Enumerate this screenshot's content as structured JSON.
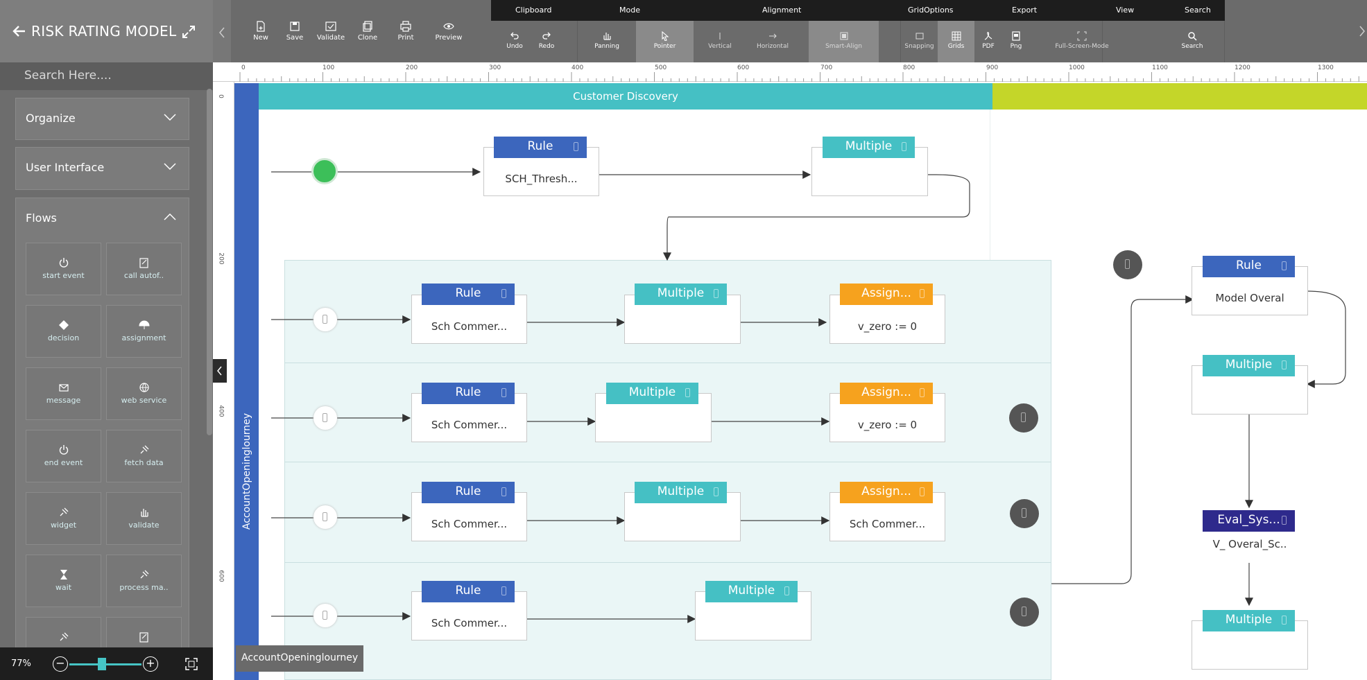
{
  "sidebar": {
    "title": "RISK RATING MODEL",
    "search_placeholder": "Search Here....",
    "sections": [
      {
        "label": "Organize",
        "state": "collapsed"
      },
      {
        "label": "User Interface",
        "state": "collapsed"
      },
      {
        "label": "Flows",
        "state": "expanded"
      }
    ],
    "flow_items": [
      {
        "label": "start event",
        "icon": "power-icon"
      },
      {
        "label": "call autof..",
        "icon": "doc-edit-icon"
      },
      {
        "label": "decision",
        "icon": "diamond-icon"
      },
      {
        "label": "assignment",
        "icon": "umbrella-icon"
      },
      {
        "label": "message",
        "icon": "mail-icon"
      },
      {
        "label": "web service",
        "icon": "globe-icon"
      },
      {
        "label": "end event",
        "icon": "power-icon"
      },
      {
        "label": "fetch data",
        "icon": "plug-icon"
      },
      {
        "label": "widget",
        "icon": "plug-icon"
      },
      {
        "label": "validate",
        "icon": "hand-icon"
      },
      {
        "label": "wait",
        "icon": "hourglass-icon"
      },
      {
        "label": "process ma..",
        "icon": "plug-icon"
      },
      {
        "label": "",
        "icon": "plug-icon"
      },
      {
        "label": "",
        "icon": "doc-edit-icon"
      }
    ],
    "zoom": {
      "percent": "77%",
      "level": 0.48
    }
  },
  "toolbar": {
    "left_buttons": [
      "New",
      "Save",
      "Validate",
      "Clone",
      "Print",
      "Preview"
    ],
    "categories": [
      "Clipboard",
      "Mode",
      "Alignment",
      "GridOptions",
      "Export",
      "View",
      "Search"
    ],
    "buttons": [
      {
        "label": "Undo",
        "icon": "undo-icon",
        "active": false
      },
      {
        "label": "Redo",
        "icon": "redo-icon",
        "active": false
      },
      {
        "label": "Panning",
        "icon": "hand-icon",
        "active": false
      },
      {
        "label": "Pointer",
        "icon": "pointer-icon",
        "active": true
      },
      {
        "label": "Vertical",
        "icon": "vertical-icon",
        "active": false
      },
      {
        "label": "Horizontal",
        "icon": "horizontal-icon",
        "active": false
      },
      {
        "label": "Smart-Align",
        "icon": "smart-align-icon",
        "active": true
      },
      {
        "label": "Snapping",
        "icon": "snapping-icon",
        "active": false
      },
      {
        "label": "Grids",
        "icon": "grid-icon",
        "active": true
      },
      {
        "label": "PDF",
        "icon": "pdf-icon",
        "active": false
      },
      {
        "label": "Png",
        "icon": "png-icon",
        "active": false
      },
      {
        "label": "Full-Screen-Mode",
        "icon": "fullscreen-icon",
        "active": false
      },
      {
        "label": "Search",
        "icon": "search-icon",
        "active": false
      }
    ]
  },
  "rulers": {
    "top": [
      "0",
      "100",
      "200",
      "300",
      "400",
      "500",
      "600",
      "700",
      "800",
      "900",
      "1000",
      "1100",
      "1200",
      "1300"
    ],
    "left": [
      "0",
      "200",
      "400",
      "600"
    ]
  },
  "canvas": {
    "lane_label": "AccountOpeninglourney",
    "lane_tag": "AccountOpeninglourney",
    "phase_label": "Customer Discovery",
    "nodes": {
      "top_rule": {
        "type": "Rule",
        "body": "SCH_Thresh..."
      },
      "top_multiple": {
        "type": "Multiple",
        "body": ""
      },
      "r1_rule": {
        "type": "Rule",
        "body": "Sch Commer..."
      },
      "r1_multiple": {
        "type": "Multiple",
        "body": ""
      },
      "r1_assign": {
        "type": "Assign...",
        "body": "v_zero := 0"
      },
      "r2_rule": {
        "type": "Rule",
        "body": "Sch Commer..."
      },
      "r2_multiple": {
        "type": "Multiple",
        "body": ""
      },
      "r2_assign": {
        "type": "Assign...",
        "body": "v_zero := 0"
      },
      "r3_rule": {
        "type": "Rule",
        "body": "Sch Commer..."
      },
      "r3_multiple": {
        "type": "Multiple",
        "body": ""
      },
      "r3_assign": {
        "type": "Assign...",
        "body": "Sch Commer..."
      },
      "r4_rule": {
        "type": "Rule",
        "body": "Sch Commer..."
      },
      "r4_multiple": {
        "type": "Multiple",
        "body": ""
      },
      "right_rule": {
        "type": "Rule",
        "body": "Model Overal"
      },
      "right_multiple": {
        "type": "Multiple",
        "body": ""
      },
      "right_eval": {
        "type": "Eval_Sys...",
        "body": "V_ Overal_Sc.."
      },
      "right_multiple2": {
        "type": "Multiple",
        "body": ""
      }
    }
  }
}
